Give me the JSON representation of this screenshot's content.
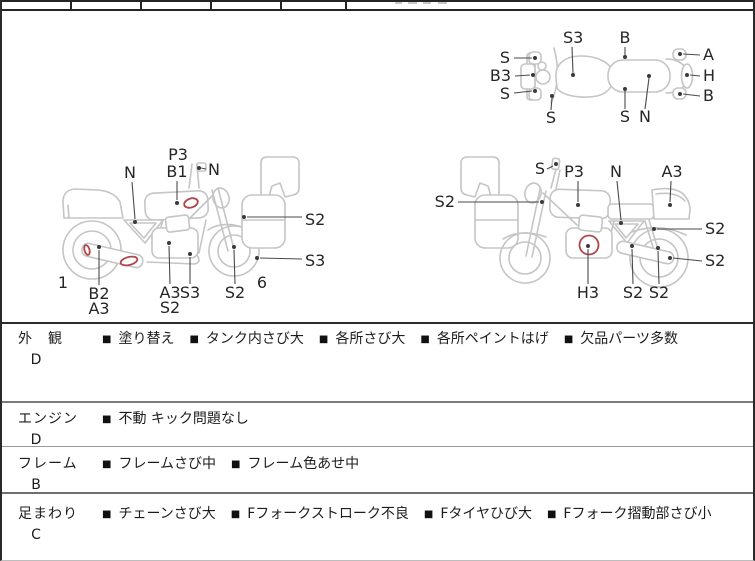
{
  "diagram": {
    "top_view": {
      "tank": "S3",
      "seat_top": "B",
      "grip_left": "S",
      "front_center": "B3",
      "grip_right": "S",
      "rear_right": "A",
      "rear_center": "H",
      "rear_left": "B",
      "fork": "S",
      "seat_bottom": "S",
      "seat_rear": "N"
    },
    "left_bike": {
      "side_cover": "N",
      "tank_upper": "P3",
      "tank": "B1",
      "handlebar": "N",
      "front_fender": "S2",
      "front_wheel": "S3",
      "wheel_number": "1",
      "swingarm": "B2",
      "swingarm_sub": "A3",
      "engine": "A3",
      "engine_sub": "S2",
      "frame_lower": "S3",
      "fork_lower": "S2",
      "front_number": "6"
    },
    "right_bike": {
      "headlight": "S2",
      "mirror": "S",
      "tank": "P3",
      "side_cover": "N",
      "rear_cowl": "A3",
      "rear_shock": "S2",
      "rear_wheel": "S2",
      "engine": "H3",
      "muffler_front": "S2",
      "muffler_rear": "S2"
    }
  },
  "condition_table": {
    "bullet": "■",
    "rows": [
      {
        "category": "外　観",
        "grade": "D",
        "items": [
          "塗り替え",
          "タンク内さび大",
          "各所さび大",
          "各所ペイントはげ",
          "欠品パーツ多数"
        ]
      },
      {
        "category": "エンジン",
        "grade": "D",
        "items": [
          "不動 キック問題なし"
        ]
      },
      {
        "category": "フレーム",
        "grade": "B",
        "items": [
          "フレームさび中",
          "フレーム色あせ中"
        ]
      },
      {
        "category": "足まわり",
        "grade": "C",
        "items": [
          "チェーンさび大",
          "Fフォークストローク不良",
          "Fタイヤひび大",
          "Fフォーク摺動部さび小"
        ]
      }
    ]
  },
  "colors": {
    "annotation_red": "#b5434a",
    "line_art_gray": "#c5c5c5",
    "leader_line": "#4a4a4a"
  }
}
